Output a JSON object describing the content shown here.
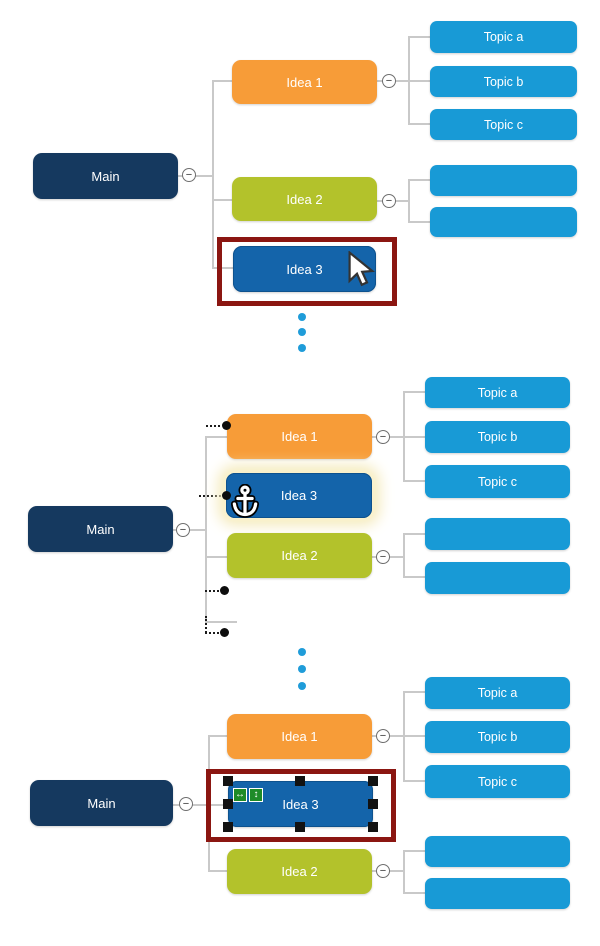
{
  "diagram": {
    "labels": {
      "main": "Main",
      "idea1": "Idea 1",
      "idea2": "Idea 2",
      "idea3": "Idea 3",
      "topic_a": "Topic a",
      "topic_b": "Topic b",
      "topic_c": "Topic c"
    },
    "icons": {
      "minus": "−",
      "resize_horizontal": "↔",
      "resize_vertical": "↕",
      "mouse_cursor": "arrow-cursor",
      "drag_cursor": "anchor-cursor"
    },
    "colors": {
      "main_node": "#15395F",
      "idea1_node": "#F79C38",
      "idea2_node": "#B3C22B",
      "idea3_node": "#1464AA",
      "topic_node": "#189AD6",
      "highlight_border": "#8B1611",
      "connector": "#C9C9C9",
      "drop_marker": "#0D0D0D",
      "ellipsis_dot": "#1F9CD9",
      "resize_icon": "#1E8B28",
      "drag_glow": "#F5EBBE"
    }
  }
}
